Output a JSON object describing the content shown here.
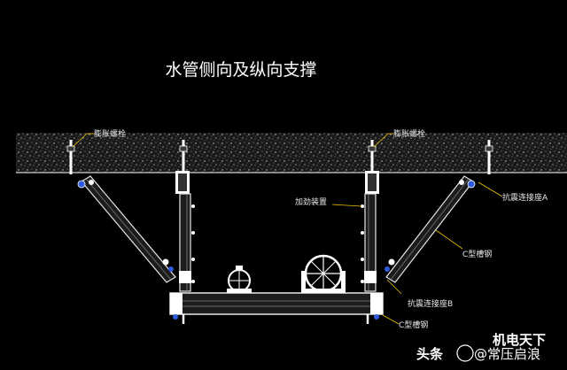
{
  "title": "水管侧向及纵向支撑",
  "labels": {
    "anchor_left": "膨胀螺栓",
    "anchor_right": "膨胀螺栓",
    "stiffener": "加劲装置",
    "seismic_connector_a": "抗震连接座A",
    "c_channel_diag": "C型槽钢",
    "seismic_connector_b": "抗震连接座B",
    "c_channel_beam": "C型槽钢"
  },
  "watermark": {
    "prefix": "头条",
    "account": "@常压启浪",
    "brand": "机电天下"
  },
  "colors": {
    "background": "#000000",
    "slab": "#c9c9c9",
    "steel": "#e6e6e6",
    "leader": "#f2c200",
    "bolt_blue": "#2e5be0",
    "text": "#ffffff"
  }
}
